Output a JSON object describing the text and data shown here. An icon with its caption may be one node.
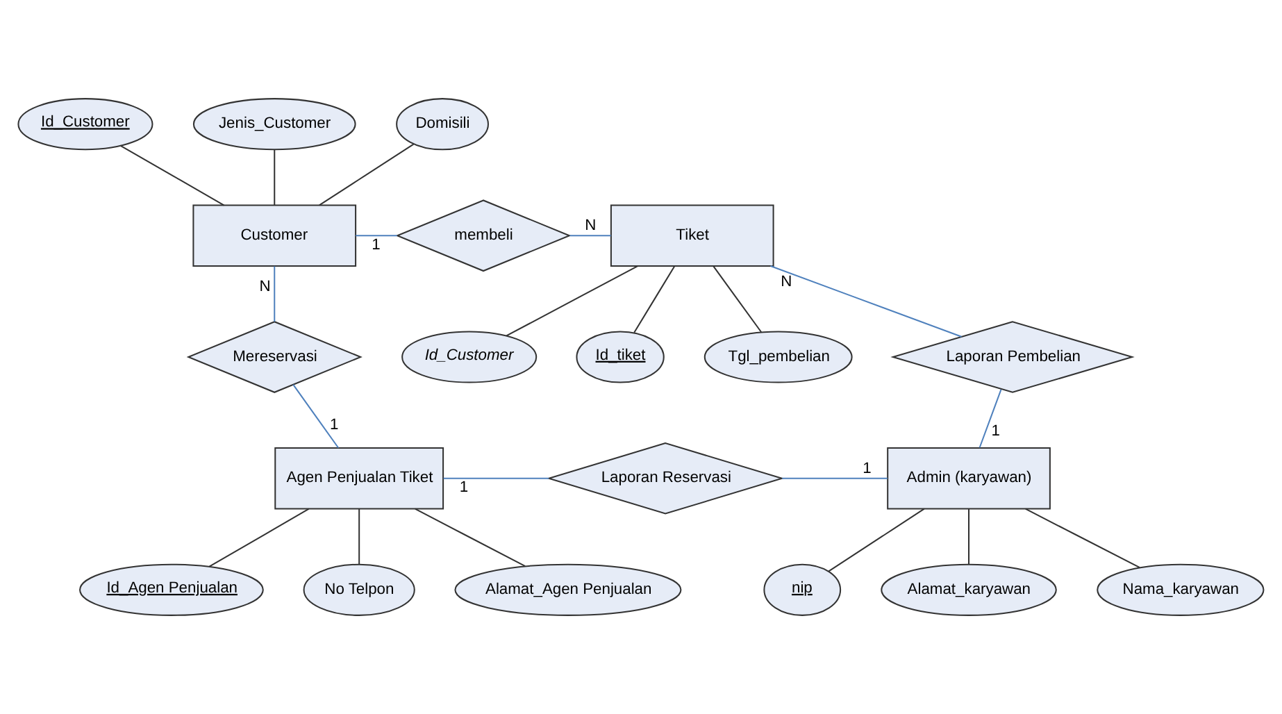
{
  "diagram": {
    "nodes": [
      {
        "text": [
          "Id_Customer"
        ]
      },
      {
        "text": [
          "Customer"
        ]
      },
      {
        "text": [
          "membeli"
        ]
      },
      {
        "text": [
          "Tiket"
        ]
      },
      {
        "text": [
          "Id_Customer"
        ]
      },
      {
        "text": [
          "Jenis_Customer"
        ]
      },
      {
        "text": [
          "Id_tiket"
        ]
      },
      {
        "text": [
          "Domisili"
        ]
      },
      {
        "text": [
          "Tgl_pembelian"
        ]
      },
      {
        "text": [
          "Mereservasi"
        ]
      },
      {
        "text": [
          "Laporan Pembelian"
        ]
      },
      {
        "text": [
          "Agen Penjualan Tiket"
        ]
      },
      {
        "text": [
          "Laporan Reservasi"
        ]
      },
      {
        "text": [
          "Admin (karyawan)"
        ]
      },
      {
        "text": [
          "Id_Agen Penjualan"
        ]
      },
      {
        "text": [
          "nip"
        ]
      },
      {
        "text": [
          "Alamat_karyawan"
        ]
      },
      {
        "text": [
          "No Telpon"
        ]
      },
      {
        "text": [
          "Nama_karyawan"
        ]
      },
      {
        "text": [
          "Alamat_Agen Penjualan"
        ]
      }
    ],
    "edges": [
      {
        "from": 0,
        "to": 1,
        "arrow": "none"
      },
      {
        "from": 5,
        "to": 1,
        "arrow": "none"
      },
      {
        "from": 7,
        "to": 1,
        "arrow": "none"
      },
      {
        "from": 1,
        "to": 2,
        "arrow": "none",
        "label": "1",
        "color": "#4f81bd"
      },
      {
        "from": 2,
        "to": 3,
        "arrow": "none",
        "label": "N",
        "color": "#4f81bd"
      },
      {
        "from": 3,
        "to": 4,
        "arrow": "none"
      },
      {
        "from": 3,
        "to": 6,
        "arrow": "none"
      },
      {
        "from": 3,
        "to": 8,
        "arrow": "none"
      },
      {
        "from": 1,
        "to": 9,
        "arrow": "none",
        "label": "N",
        "color": "#4f81bd"
      },
      {
        "from": 9,
        "to": 11,
        "arrow": "none",
        "label": "1",
        "color": "#4f81bd"
      },
      {
        "from": 3,
        "to": 10,
        "arrow": "none",
        "label": "N",
        "color": "#4f81bd"
      },
      {
        "from": 10,
        "to": 13,
        "arrow": "none",
        "label": "1",
        "color": "#4f81bd"
      },
      {
        "from": 11,
        "to": 12,
        "arrow": "none",
        "label": "1",
        "color": "#4f81bd"
      },
      {
        "from": 12,
        "to": 13,
        "arrow": "none",
        "label": "1",
        "color": "#4f81bd"
      },
      {
        "from": 11,
        "to": 14,
        "arrow": "none"
      },
      {
        "from": 11,
        "to": 19,
        "arrow": "none"
      },
      {
        "from": 11,
        "to": 17,
        "arrow": "none"
      },
      {
        "from": 13,
        "to": 15,
        "arrow": "none"
      },
      {
        "from": 13,
        "to": 18,
        "arrow": "none"
      },
      {
        "from": 13,
        "to": 16,
        "arrow": "none"
      }
    ]
  }
}
